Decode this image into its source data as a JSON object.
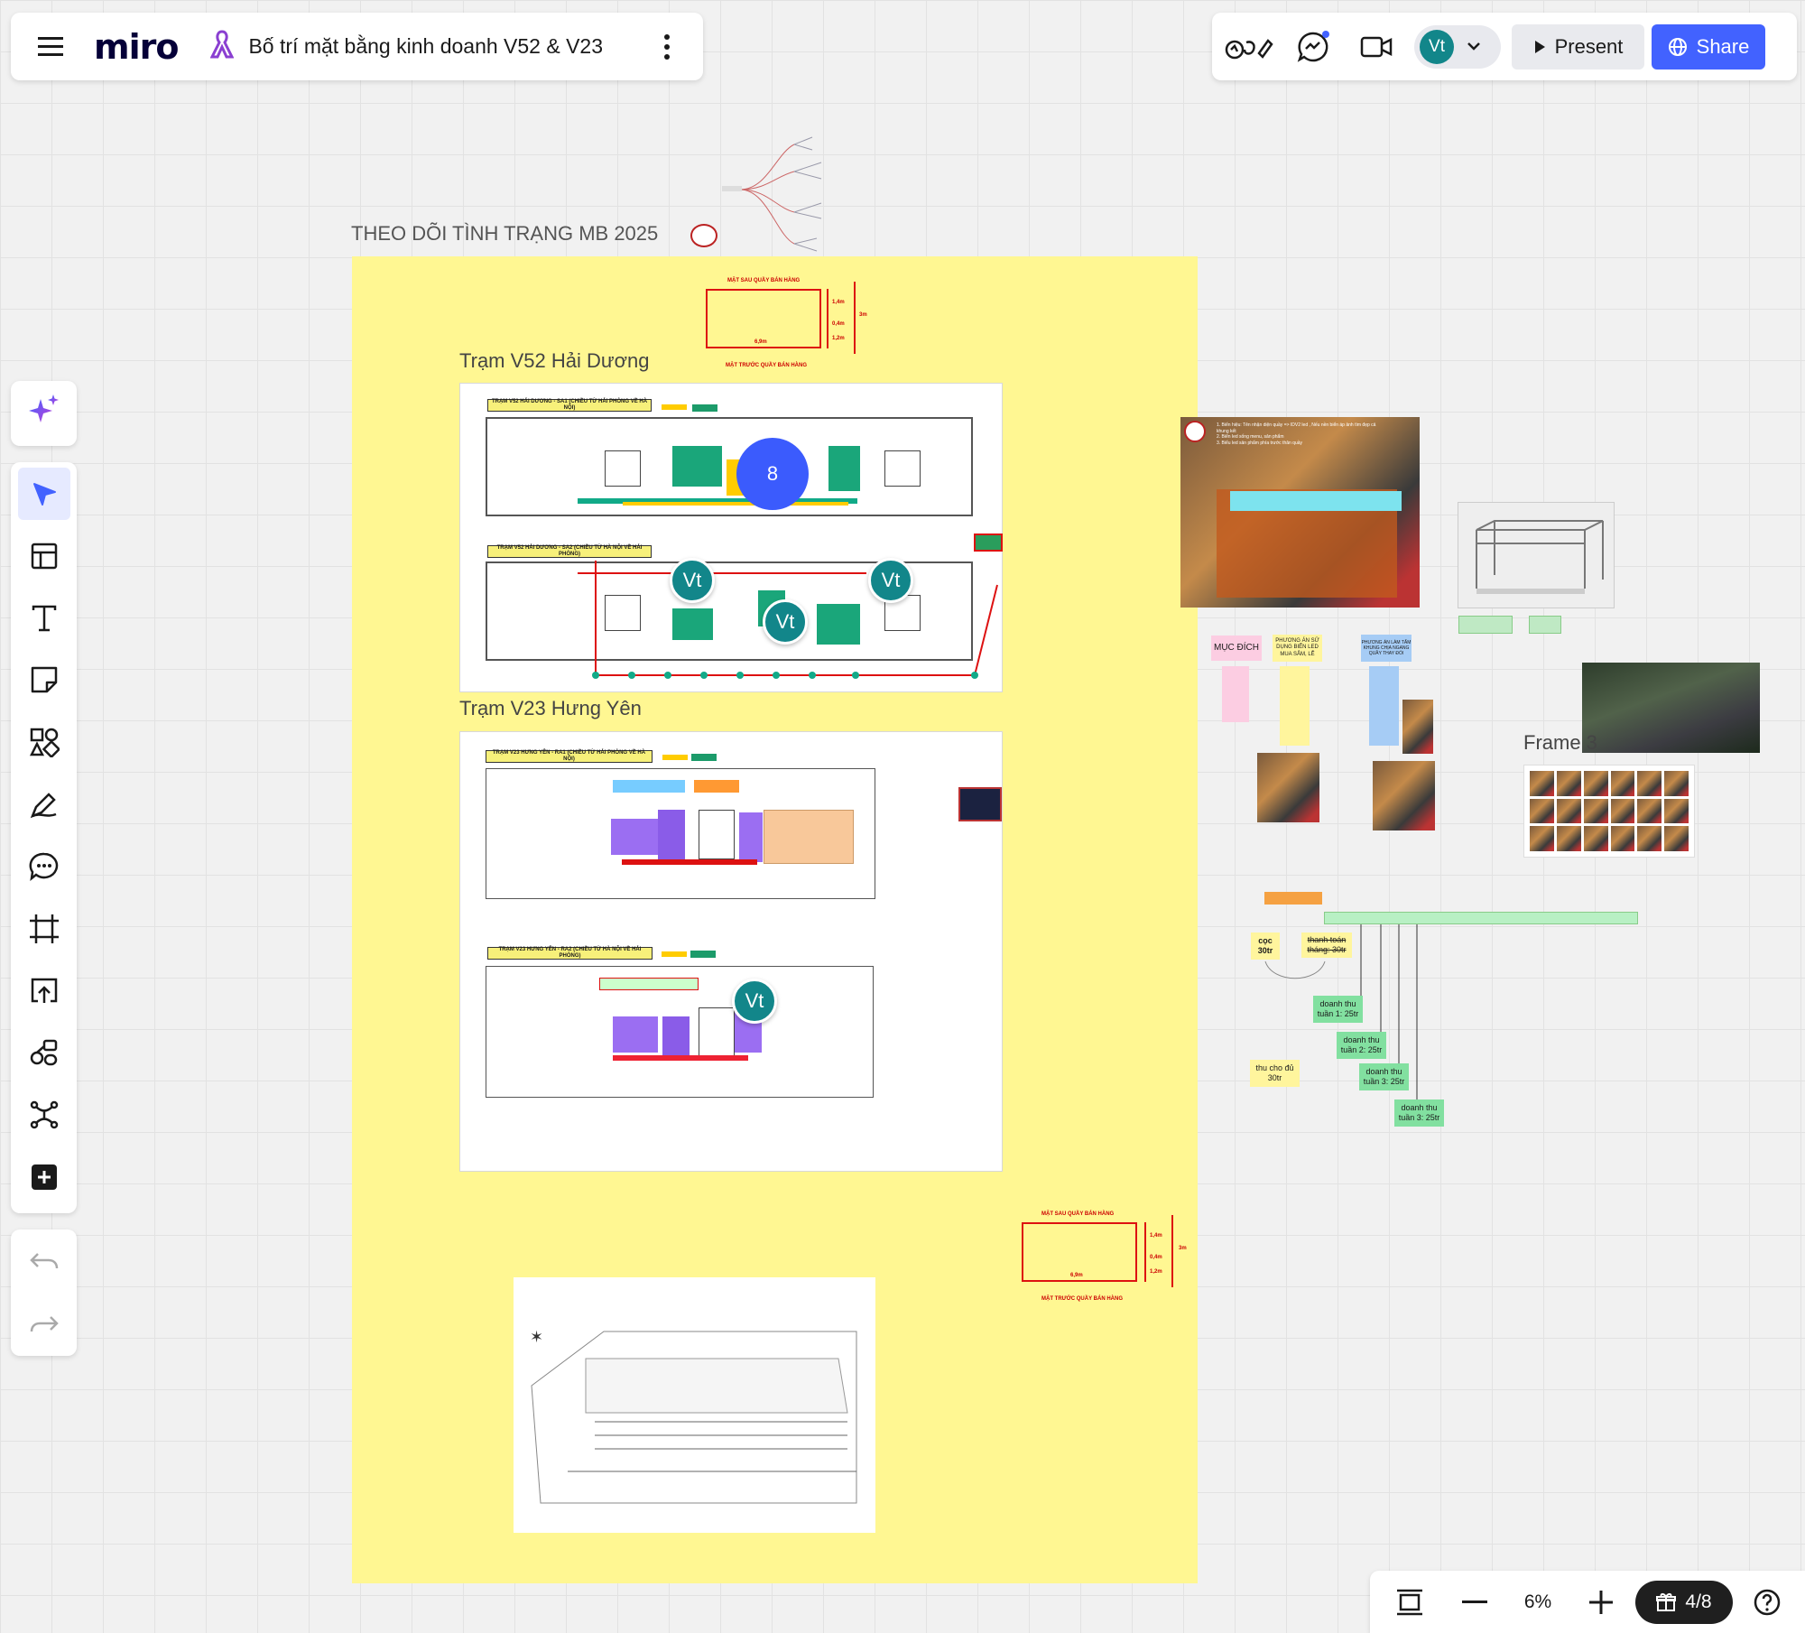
{
  "header": {
    "logo": "miro",
    "board_title": "Bố trí mặt bằng kinh doanh V52 & V23"
  },
  "toolbar_right": {
    "avatar_initials": "Vt",
    "present_label": "Present",
    "share_label": "Share"
  },
  "bottom_bar": {
    "zoom": "6%",
    "pages": "4/8"
  },
  "canvas": {
    "tracking_title": "THEO DÕI TÌNH TRẠNG MB 2025",
    "section_v52": "Trạm V52 Hải Dương",
    "section_v23": "Trạm V23 Hưng Yên",
    "frame_3": "Frame 3",
    "plan_v52_sa1": "TRẠM V52 HẢI DƯƠNG - SA1 (CHIỀU TỪ HẢI PHÒNG VỀ HÀ NỘI)",
    "plan_v52_sa2": "TRẠM V52 HẢI DƯƠNG - SA2 (CHIỀU TỪ HÀ NỘI VỀ HẢI PHÒNG)",
    "plan_v23_ra1": "TRẠM V23 HƯNG YÊN - RA1 (CHIỀU TỪ HẢI PHÒNG VỀ HÀ NỘI)",
    "plan_v23_ra2": "TRẠM V23 HƯNG YÊN - RA2 (CHIỀU TỪ HÀ NỘI VỀ HẢI PHÒNG)",
    "counter_back": "MẶT SAU QUẦY BÁN HÀNG",
    "counter_front": "MẶT TRƯỚC QUẦY BÁN HÀNG",
    "counter_width": "6,9m",
    "counter_d1": "1,4m",
    "counter_d2": "0,4m",
    "counter_d3": "1,2m",
    "counter_total": "3m",
    "cluster_badge": "8",
    "collab_initials": "Vt",
    "purpose_label": "MỤC ĐÍCH",
    "option_led": "PHƯƠNG ÁN SỬ DỤNG BIỂN LED MUA SẮM, LỄ",
    "option_frame": "PHƯƠNG ÁN LÀM TẤM KHUNG CHỊA NGANG QUẦY THAY ĐỔI",
    "booth_notes": "1. Biển hiệu: Tên nhận diện quầy => IDV2 led , Nếu nền biển áp ảnh tìm đẹp cả khung kết\n2. Biển led sống menu, sản phẩm\n3. Biểu led sản phẩm phía trước thân quầy",
    "payment_deposit": "cọc 30tr",
    "payment_monthly": "thanh toán tháng: 30tr",
    "revenue_w1": "doanh thu tuần 1: 25tr",
    "revenue_w2": "doanh thu tuần 2: 25tr",
    "revenue_w3": "doanh thu tuần 3: 25tr",
    "revenue_w3b": "doanh thu tuần 3: 25tr",
    "collect_enough": "thu cho đủ 30tr"
  },
  "colors": {
    "accent": "#4262ff",
    "avatar": "#12868a",
    "frame_yellow": "#fff792",
    "plan_red": "#d11"
  },
  "icons": [
    "menu-icon",
    "miro-logo",
    "board-icon",
    "more-icon",
    "reactions-icon",
    "chat-icon",
    "video-icon",
    "chevron-down-icon",
    "play-icon",
    "globe-icon",
    "ai-sparkle-icon",
    "select-icon",
    "templates-icon",
    "text-icon",
    "sticky-note-icon",
    "shapes-icon",
    "pen-icon",
    "comment-icon",
    "frame-icon",
    "upload-icon",
    "diagram-icon",
    "mindmap-icon",
    "plus-icon",
    "undo-icon",
    "redo-icon",
    "fit-icon",
    "zoom-out-icon",
    "zoom-in-icon",
    "gift-icon",
    "help-icon"
  ]
}
